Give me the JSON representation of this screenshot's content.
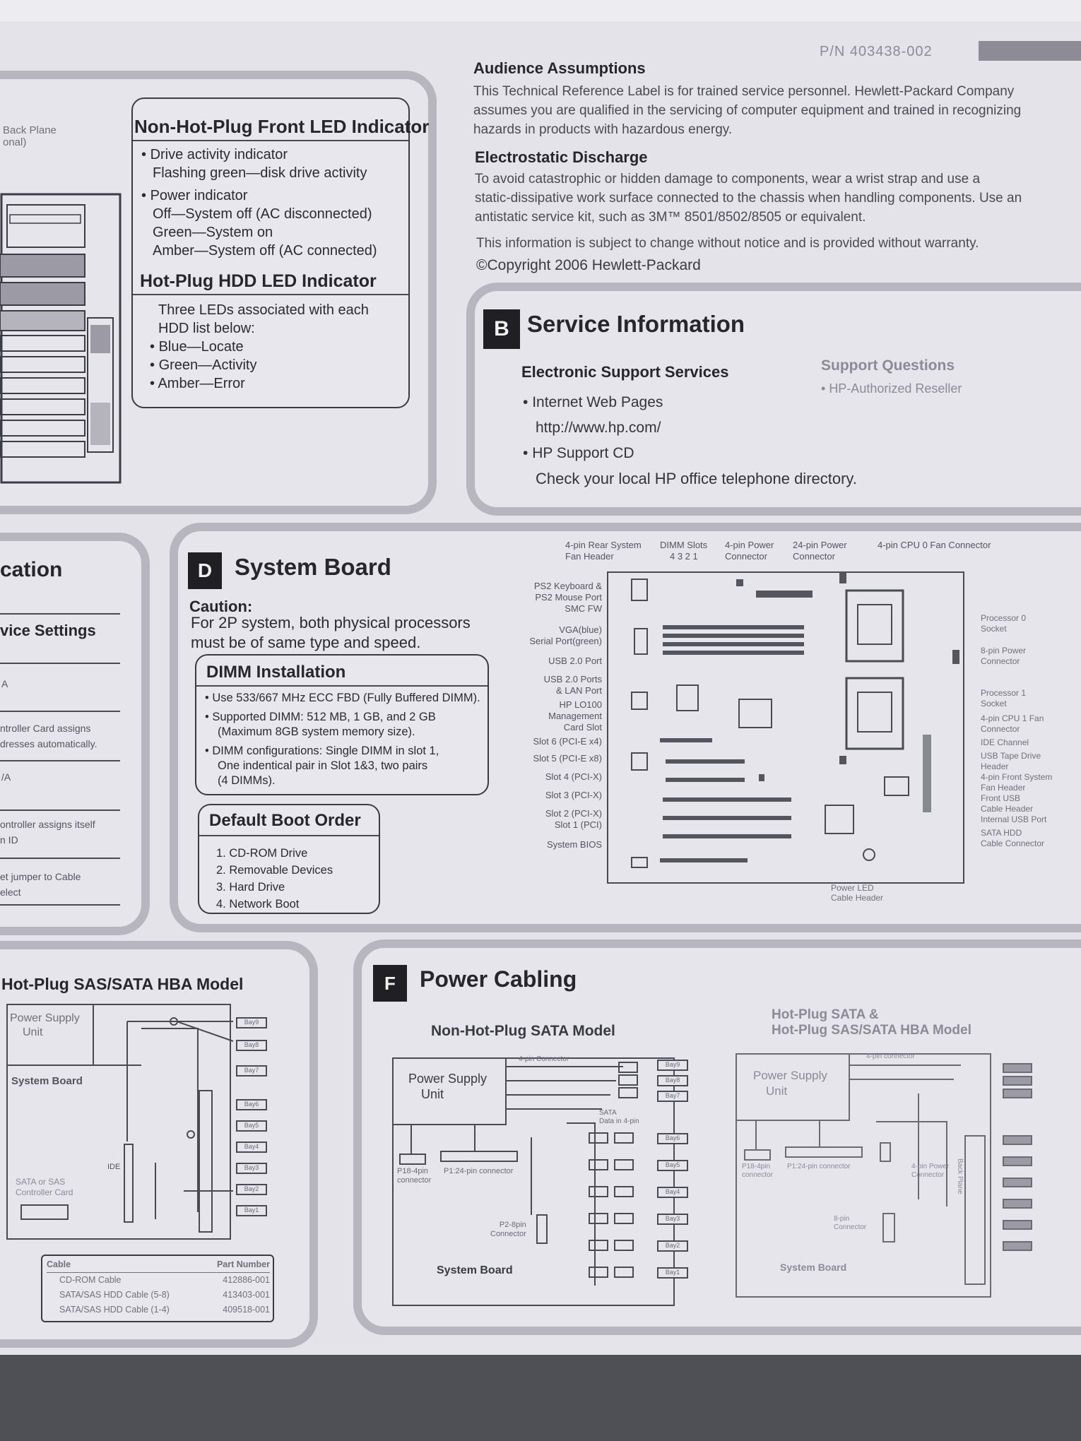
{
  "header": {
    "part_number": "P/N 403438-002"
  },
  "audience": {
    "title": "Audience Assumptions",
    "lines": [
      "This Technical Reference Label is for trained service personnel. Hewlett-Packard Company",
      "assumes you are qualified in the servicing of computer equipment and trained in recognizing",
      "hazards in products with hazardous energy."
    ]
  },
  "esd": {
    "title": "Electrostatic Discharge",
    "lines": [
      "To avoid catastrophic or hidden damage to components, wear a wrist strap and use a",
      "static-dissipative work surface connected to the chassis when handling components. Use an",
      "antistatic service kit, such as 3M™ 8501/8502/8505 or equivalent."
    ],
    "notice": "This information is subject to change without notice and is provided without warranty.",
    "copyright": "©Copyright 2006 Hewlett-Packard"
  },
  "left_fragment": {
    "line1": "Back Plane",
    "line2": "onal)"
  },
  "led": {
    "title": "Non-Hot-Plug Front LED Indicator",
    "items": [
      {
        "label": "Drive activity indicator",
        "details": [
          "Flashing green—disk drive activity"
        ]
      },
      {
        "label": "Power indicator",
        "details": [
          "Off—System off (AC disconnected)",
          "Green—System on",
          "Amber—System off (AC connected)"
        ]
      }
    ],
    "hdd_title": "Hot-Plug HDD LED Indicator",
    "hdd_intro": [
      "Three LEDs associated with each",
      "HDD list below:"
    ],
    "hdd_items": [
      "Blue—Locate",
      "Green—Activity",
      "Amber—Error"
    ]
  },
  "service": {
    "badge": "B",
    "title": "Service Information",
    "electronic_title": "Electronic Support Services",
    "electronic_items": [
      "Internet Web Pages",
      "HP Support CD"
    ],
    "url": "http://www.hp.com/",
    "cd_note": "Check your local HP office telephone directory.",
    "support_title": "Support Questions",
    "support_items": [
      "HP-Authorized Reseller"
    ]
  },
  "left_mid": {
    "title": "cation",
    "settings": "vice Settings",
    "lines": [
      "A",
      "ntroller Card assigns",
      "dresses automatically.",
      "/A",
      "ontroller assigns itself",
      "n ID",
      "et jumper to Cable",
      "elect"
    ]
  },
  "system_board": {
    "badge": "D",
    "title": "System Board",
    "caution_label": "Caution:",
    "caution_lines": [
      "For 2P system, both physical processors",
      "must be of same type and speed."
    ],
    "dimm_title": "DIMM Installation",
    "dimm_items": [
      [
        "Use 533/667 MHz ECC FBD (Fully Buffered DIMM)."
      ],
      [
        "Supported DIMM: 512 MB, 1 GB, and 2 GB",
        "(Maximum 8GB system memory size)."
      ],
      [
        "DIMM configurations: Single DIMM in slot 1,",
        "One indentical pair in Slot 1&3, two pairs",
        "(4 DIMMs)."
      ]
    ],
    "boot_title": "Default Boot Order",
    "boot_items": [
      "1.  CD-ROM Drive",
      "2.  Removable Devices",
      "3.  Hard Drive",
      "4.  Network Boot"
    ]
  },
  "board_diagram": {
    "top_labels": [
      "4-pin Rear System",
      "Fan Header",
      "DIMM Slots",
      "4 3 2 1",
      "4-pin Power",
      "Connector",
      "24-pin Power",
      "Connector",
      "4-pin CPU 0 Fan Connector"
    ],
    "left_labels": [
      "PS2 Keyboard &",
      "PS2 Mouse Port",
      "SMC FW",
      "VGA(blue)",
      "Serial Port(green)",
      "USB 2.0 Port",
      "USB 2.0 Ports",
      "& LAN Port",
      "HP LO100",
      "Management",
      "Card Slot",
      "Slot 6 (PCI-E x4)",
      "Slot 5 (PCI-E x8)",
      "Slot 4 (PCI-X)",
      "Slot 3 (PCI-X)",
      "Slot 2 (PCI-X)",
      "Slot 1 (PCI)",
      "System BIOS"
    ],
    "right_labels": [
      "Processor 0",
      "Socket",
      "8-pin Power",
      "Connector",
      "Processor 1",
      "Socket",
      "4-pin CPU 1 Fan",
      "Connector",
      "IDE Channel",
      "USB Tape Drive",
      "Header",
      "4-pin Front System",
      "Fan Header",
      "Front USB",
      "Cable Header",
      "Internal USB Port",
      "SATA HDD",
      "Cable Connector"
    ],
    "bottom_labels": [
      "Power LED",
      "Cable Header"
    ]
  },
  "sas": {
    "title": "Hot-Plug SAS/SATA HBA Model",
    "psu": [
      "Power Supply",
      "Unit"
    ],
    "board": "System Board",
    "controller": [
      "SATA or SAS",
      "Controller Card"
    ],
    "ide": "IDE",
    "bays": [
      "Bay9",
      "Bay8",
      "Bay7",
      "Bay6",
      "Bay5",
      "Bay4",
      "Bay3",
      "Bay2",
      "Bay1"
    ],
    "table_header": [
      "Cable",
      "Part Number"
    ],
    "table_rows": [
      [
        "CD-ROM Cable",
        "412886-001"
      ],
      [
        "SATA/SAS HDD Cable (5-8)",
        "413403-001"
      ],
      [
        "SATA/SAS HDD Cable (1-4)",
        "409518-001"
      ]
    ]
  },
  "power": {
    "badge": "F",
    "title": "Power Cabling",
    "left_title": "Non-Hot-Plug SATA Model",
    "right_title": [
      "Hot-Plug SATA &",
      "Hot-Plug SAS/SATA HBA Model"
    ],
    "psu": [
      "Power Supply",
      "Unit"
    ],
    "connectors": [
      "4-pin Connector",
      "SATA",
      "Data in 4-pin",
      "P18-4pin",
      "connector",
      "P1:24-pin connector",
      "P2-8pin",
      "Connector"
    ],
    "board": "System Board",
    "right_psu": [
      "Power Supply",
      "Unit"
    ],
    "right_board": "System Board",
    "right_connectors": [
      "4-pin connector",
      "P18-4pin",
      "connector",
      "P1:24-pin connector",
      "4-pin Power",
      "Connector",
      "8-pin",
      "Connector",
      "Back Plane"
    ],
    "bays": [
      "Bay1",
      "Bay2",
      "Bay3",
      "Bay4",
      "Bay5",
      "Bay6",
      "Bay7",
      "Bay8",
      "Bay9"
    ]
  }
}
